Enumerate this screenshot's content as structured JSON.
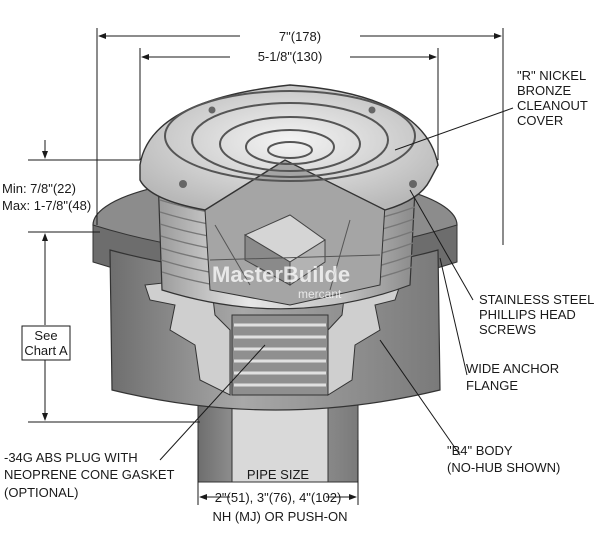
{
  "dimensions": {
    "overall_width": "7\"(178)",
    "cover_width": "5-1/8\"(130)",
    "adjust_min": "Min: 7/8\"(22)",
    "adjust_max": "Max: 1-7/8\"(48)",
    "see_chart_line1": "See",
    "see_chart_line2": "Chart A"
  },
  "labels": {
    "cover": [
      "\"R\" NICKEL",
      "BRONZE",
      "CLEANOUT",
      "COVER"
    ],
    "screws": [
      "STAINLESS STEEL",
      "PHILLIPS HEAD",
      "SCREWS"
    ],
    "flange": [
      "WIDE ANCHOR",
      "FLANGE"
    ],
    "body": [
      "\"B4\" BODY",
      "(NO-HUB SHOWN)"
    ],
    "plug": [
      "-34G ABS PLUG WITH",
      "NEOPRENE CONE GASKET",
      "(OPTIONAL)"
    ],
    "pipe": [
      "PIPE SIZE",
      "2\"(51), 3\"(76), 4\"(102)",
      "NH (MJ) OR PUSH-ON"
    ]
  },
  "watermark": {
    "main": "MasterBuilde",
    "sub": "mercant"
  }
}
